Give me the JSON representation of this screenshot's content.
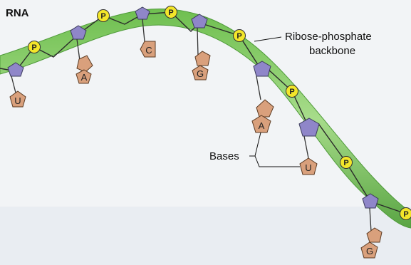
{
  "diagram": {
    "title": "RNA",
    "backbone_label_line1": "Ribose-phosphate",
    "backbone_label_line2": "backbone",
    "bases_label": "Bases",
    "phosphate_symbol": "P",
    "bases": [
      "U",
      "A",
      "C",
      "G",
      "A",
      "U",
      "G"
    ],
    "colors": {
      "ribbon": "#8fcf6e",
      "ribbon_edge": "#5aa544",
      "sugar": "#8f86c9",
      "phosphate": "#f3e62a",
      "base": "#d9a07c",
      "background": "#f2f4f6"
    }
  }
}
